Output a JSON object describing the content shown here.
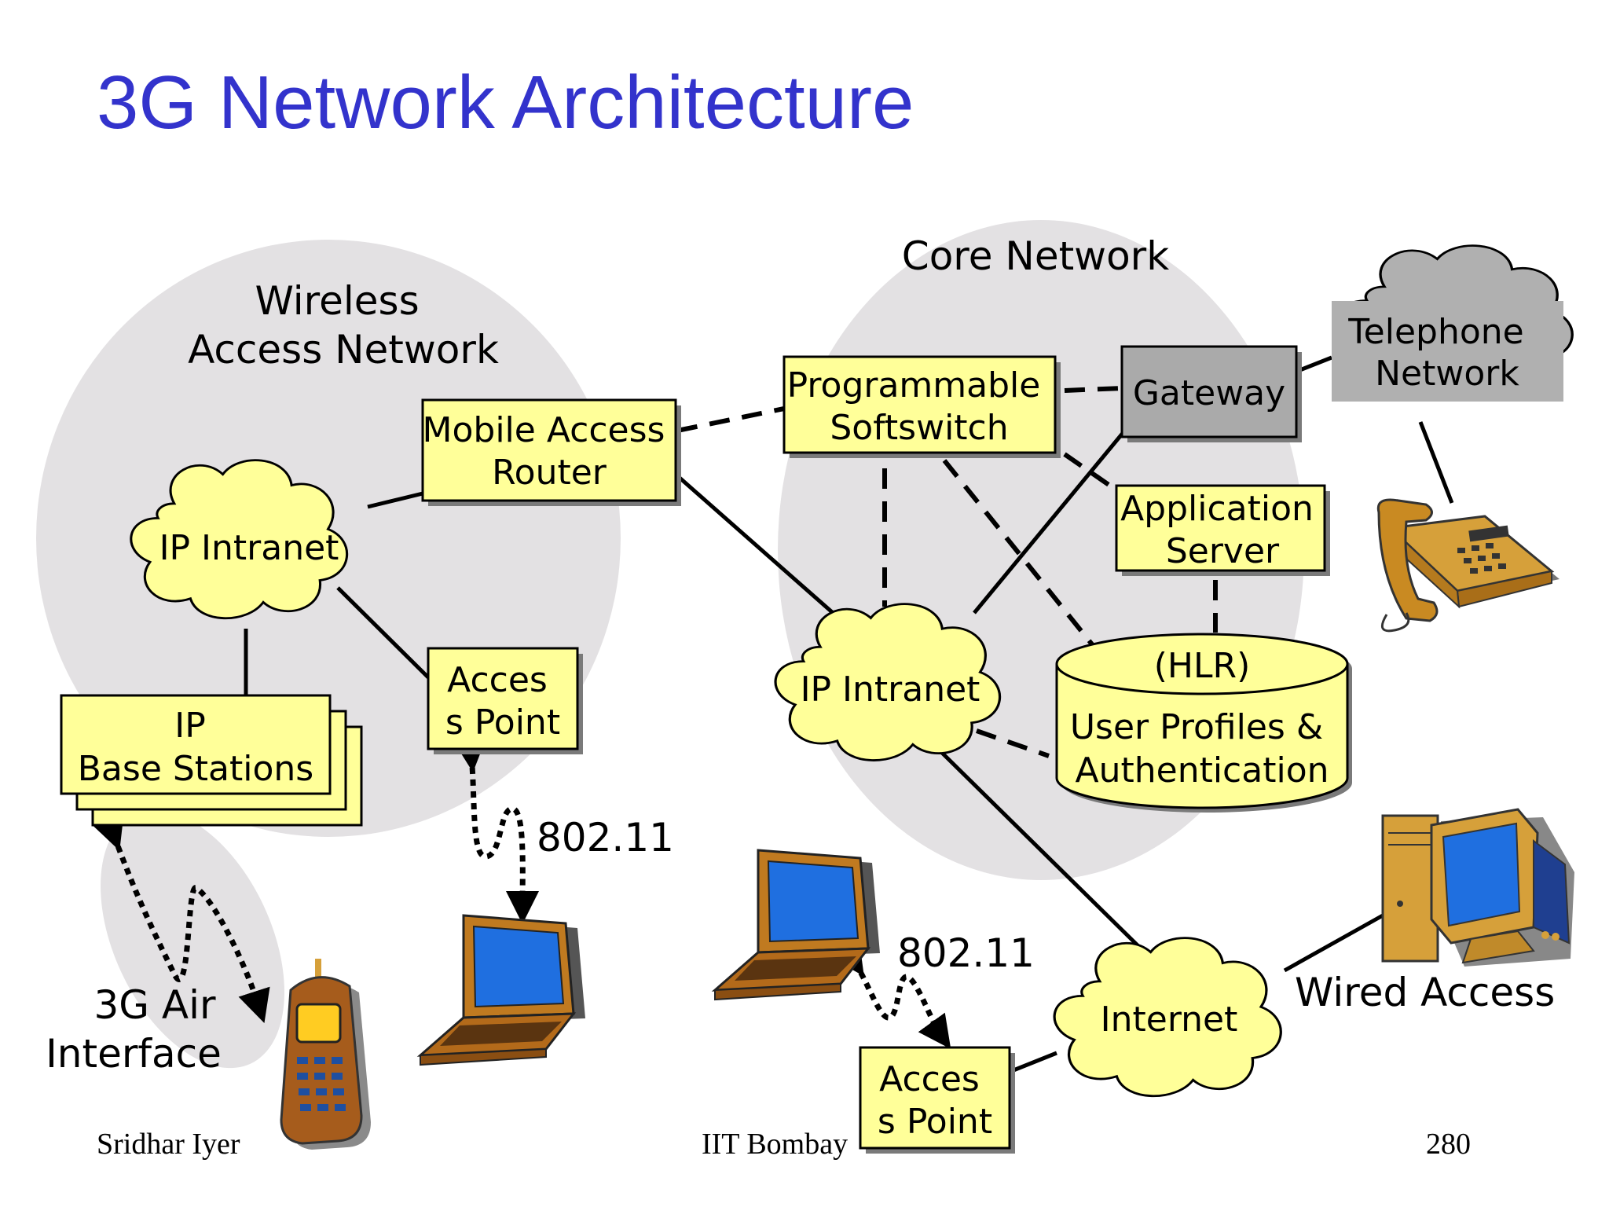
{
  "colors": {
    "title": "#3333cc",
    "box_fill": "#ffff99",
    "gateway_fill": "#aaaaaa",
    "telephone_cloud_fill": "#b0b0b0",
    "region_fill": "#e3e1e3",
    "device_body": "#d6a03a",
    "device_screen": "#1f6fe0"
  },
  "slide": {
    "title": "3G Network Architecture",
    "footer_author": "Sridhar Iyer",
    "footer_institution": "IIT Bombay",
    "page_number": "280"
  },
  "regions": {
    "wireless_access_network": [
      "Wireless",
      "Access Network"
    ],
    "core_network": "Core Network"
  },
  "nodes": {
    "ip_intranet_left": "IP Intranet",
    "mobile_access_router": [
      "Mobile Access",
      "Router"
    ],
    "ip_base_stations": [
      "IP",
      "Base Stations"
    ],
    "access_point_left": [
      "Acces",
      "s Point"
    ],
    "programmable_softswitch": [
      "Programmable",
      "Softswitch"
    ],
    "gateway": "Gateway",
    "telephone_network": [
      "Telephone",
      "Network"
    ],
    "application_server": [
      "Application",
      "Server"
    ],
    "hlr": "(HLR)",
    "user_profiles": [
      "User Profiles &",
      "Authentication"
    ],
    "ip_intranet_core": "IP Intranet",
    "internet": "Internet",
    "access_point_right": [
      "Acces",
      "s Point"
    ]
  },
  "labels": {
    "air_interface": [
      "3G Air",
      "Interface"
    ],
    "wifi_left": "802.11",
    "wifi_right": "802.11",
    "wired_access": "Wired Access"
  },
  "icons": [
    "cell-phone-icon",
    "laptop-icon",
    "telephone-icon",
    "desktop-computer-icon"
  ]
}
